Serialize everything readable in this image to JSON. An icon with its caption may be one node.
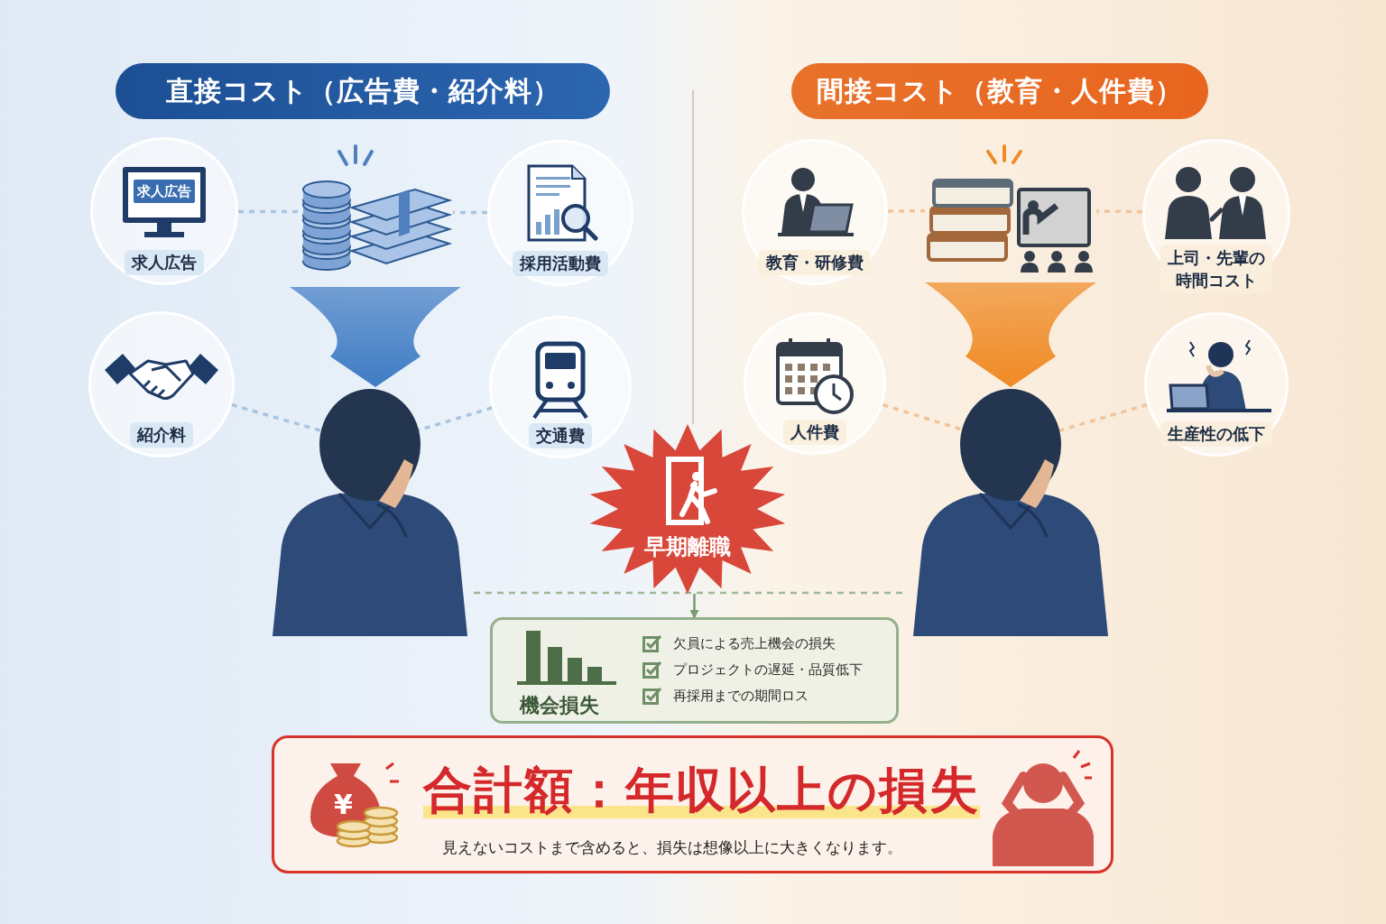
{
  "diagram": {
    "nodes": [
      {
        "text": [
          "直接コスト（広告費・紹介料）"
        ]
      },
      {
        "text": [
          "求人広告",
          "求人広告"
        ]
      },
      {
        "text": [
          "採用活動費"
        ]
      },
      {
        "text": [
          "紹介料"
        ]
      },
      {
        "text": [
          "交通費"
        ]
      },
      {
        "text": [],
        "shape": "picture"
      },
      {
        "text": [],
        "shape": "person"
      },
      {
        "text": [
          "間接コスト（教育・人件費）"
        ]
      },
      {
        "text": [
          "教育・研修費"
        ]
      },
      {
        "text": [
          "上司・先輩の時間コスト"
        ]
      },
      {
        "text": [
          "人件費"
        ]
      },
      {
        "text": [
          "生産性の低下"
        ]
      },
      {
        "text": [],
        "shape": "picture"
      },
      {
        "text": [],
        "shape": "person"
      },
      {
        "text": [
          "早期離職"
        ]
      },
      {
        "text": [
          "機会損失",
          "欠員による売上機会の損失",
          "プロジェクトの遅延・品質低下",
          "再採用までの期間ロス"
        ]
      },
      {
        "text": [
          "合計額：年収以上の損失",
          "見えないコストまで含めると、損失は想像以上に大きくなります。"
        ]
      }
    ],
    "edges": [
      {
        "from": 1,
        "to": 5,
        "arrow": "none",
        "style": "dashed",
        "color": "#a9c4e0"
      },
      {
        "from": 2,
        "to": 5,
        "arrow": "none",
        "style": "dashed",
        "color": "#a9c4e0"
      },
      {
        "from": 3,
        "to": 6,
        "arrow": "none",
        "style": "dashed",
        "color": "#a9c4e0"
      },
      {
        "from": 4,
        "to": 6,
        "arrow": "none",
        "style": "dashed",
        "color": "#a9c4e0"
      },
      {
        "from": 5,
        "to": 6,
        "arrow": "to",
        "style": "thick",
        "color": "#3f7bc4"
      },
      {
        "from": 8,
        "to": 12,
        "arrow": "none",
        "style": "dashed",
        "color": "#f2c49a"
      },
      {
        "from": 9,
        "to": 12,
        "arrow": "none",
        "style": "dashed",
        "color": "#f2c49a"
      },
      {
        "from": 10,
        "to": 13,
        "arrow": "none",
        "style": "dashed",
        "color": "#f2c49a"
      },
      {
        "from": 11,
        "to": 13,
        "arrow": "none",
        "style": "dashed",
        "color": "#f2c49a"
      },
      {
        "from": 12,
        "to": 13,
        "arrow": "to",
        "style": "thick",
        "color": "#f08a24"
      },
      {
        "from": 14,
        "to": 15,
        "arrow": "to",
        "color": "#7a9a72"
      }
    ],
    "labels": [
      "¥"
    ]
  }
}
